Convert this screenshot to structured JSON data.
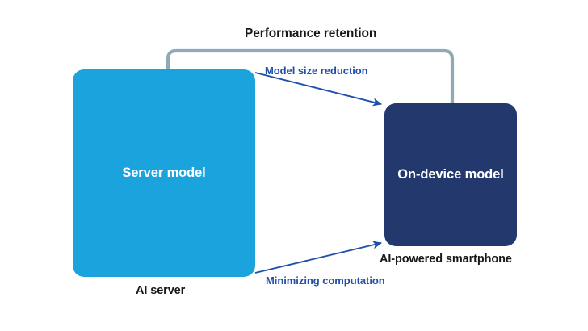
{
  "diagram": {
    "title": "Performance retention",
    "background_color": "#ffffff",
    "nodes": [
      {
        "id": "server-model",
        "label": "Server model",
        "caption": "AI server",
        "color": "#1BA3DE",
        "text_color": "#ffffff"
      },
      {
        "id": "on-device-model",
        "label": "On-device model",
        "caption": "AI-powered smartphone",
        "color": "#23396E",
        "text_color": "#ffffff"
      }
    ],
    "edges": [
      {
        "id": "performance-retention",
        "label": "Performance retention",
        "from": "server-model",
        "to": "on-device-model",
        "color": "#8FAAB4",
        "label_color": "#18181a",
        "arrow": false,
        "style": "orthogonal-bracket"
      },
      {
        "id": "model-size-reduction",
        "label": "Model size reduction",
        "from": "server-model",
        "to": "on-device-model",
        "color": "#1F4FA8",
        "label_color": "#1F4FA8",
        "arrow": true,
        "style": "straight"
      },
      {
        "id": "minimizing-computation",
        "label": "Minimizing computation",
        "from": "server-model",
        "to": "on-device-model",
        "color": "#1F4FA8",
        "label_color": "#1F4FA8",
        "arrow": true,
        "style": "straight"
      }
    ]
  }
}
